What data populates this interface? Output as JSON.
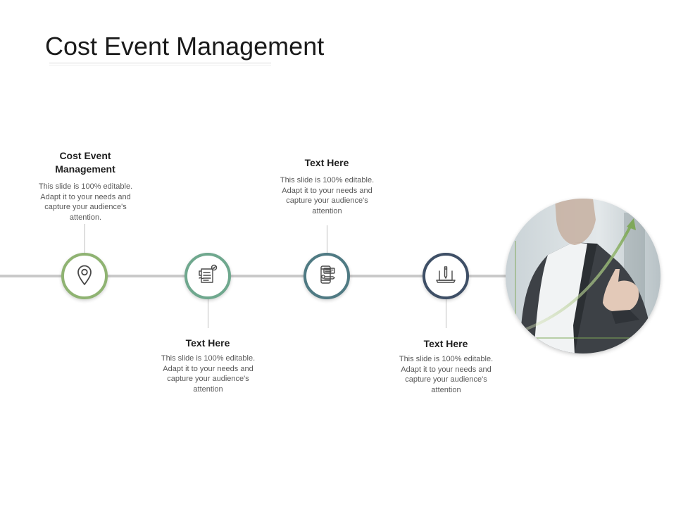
{
  "slide": {
    "title": "Cost Event Management"
  },
  "steps": [
    {
      "title": "Cost Event Management",
      "description": "This slide is 100% editable. Adapt it to your needs and capture your audience's attention.",
      "icon": "location-pin-icon",
      "color": "#8fb372"
    },
    {
      "title": "Text Here",
      "description": "This slide is 100% editable. Adapt it to your needs and capture your audience's attention",
      "icon": "document-check-icon",
      "color": "#6fa88e"
    },
    {
      "title": "Text Here",
      "description": "This slide is 100% editable. Adapt it to your needs and capture your audience's attention",
      "icon": "mobile-chat-icon",
      "color": "#4f7a83"
    },
    {
      "title": "Text Here",
      "description": "This slide is 100% editable. Adapt it to your needs and capture your audience's attention",
      "icon": "laptop-pen-icon",
      "color": "#3e4f66"
    }
  ],
  "photo": {
    "icon": "businessman-growth-arrow-photo"
  }
}
